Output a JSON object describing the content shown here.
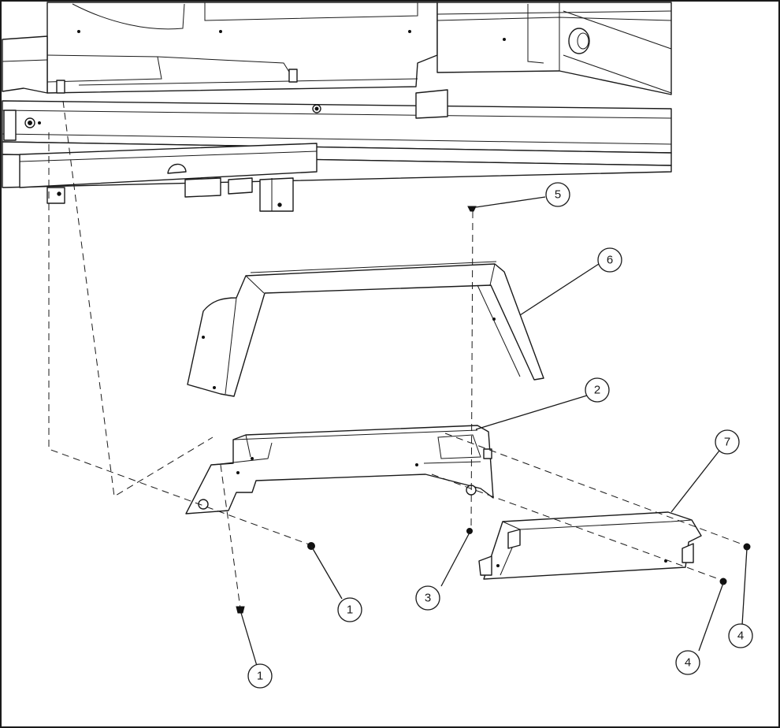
{
  "diagram": {
    "callouts": [
      "1",
      "1",
      "2",
      "3",
      "4",
      "4",
      "5",
      "6",
      "7"
    ]
  }
}
